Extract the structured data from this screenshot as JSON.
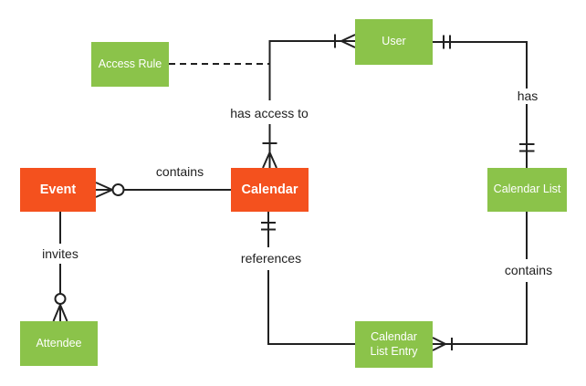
{
  "diagram": {
    "type": "entity-relationship",
    "notation": "crow's foot",
    "colors": {
      "entity_green": "#8BC34A",
      "entity_orange": "#F4511E",
      "line": "#212121",
      "label_text": "#212121",
      "entity_text": "#FFFFFF",
      "background": "#FFFFFF"
    },
    "entities": [
      {
        "id": "access-rule",
        "label": "Access Rule",
        "color": "green"
      },
      {
        "id": "user",
        "label": "User",
        "color": "green"
      },
      {
        "id": "event",
        "label": "Event",
        "color": "orange"
      },
      {
        "id": "calendar",
        "label": "Calendar",
        "color": "orange"
      },
      {
        "id": "calendar-list",
        "label": "Calendar List",
        "color": "green"
      },
      {
        "id": "attendee",
        "label": "Attendee",
        "color": "green"
      },
      {
        "id": "calendar-list-entry",
        "label": "Calendar List Entry",
        "color": "green"
      }
    ],
    "relationships": [
      {
        "label": "contains",
        "from": "Calendar",
        "to": "Event",
        "event_end": "zero or many",
        "calendar_end": "plain",
        "line_style": "solid"
      },
      {
        "label": "has access to",
        "from": "User",
        "to": "Calendar",
        "user_end": "one or many",
        "calendar_end": "one or many",
        "line_style": "solid"
      },
      {
        "label": "has",
        "from": "User",
        "to": "Calendar List",
        "user_end": "one and only one",
        "calendar_list_end": "one and only one",
        "line_style": "solid"
      },
      {
        "label": "references",
        "from": "Calendar List Entry",
        "to": "Calendar",
        "calendar_end": "one and only one",
        "entry_end": "plain",
        "line_style": "solid"
      },
      {
        "label": "contains",
        "from": "Calendar List",
        "to": "Calendar List Entry",
        "entry_end": "one or many",
        "calendar_list_end": "plain",
        "line_style": "solid"
      },
      {
        "label": "invites",
        "from": "Event",
        "to": "Attendee",
        "attendee_end": "zero or many",
        "event_end": "plain",
        "line_style": "solid"
      },
      {
        "label": "",
        "from": "Access Rule",
        "to": "has-access-to relationship line",
        "line_style": "dashed"
      }
    ]
  }
}
